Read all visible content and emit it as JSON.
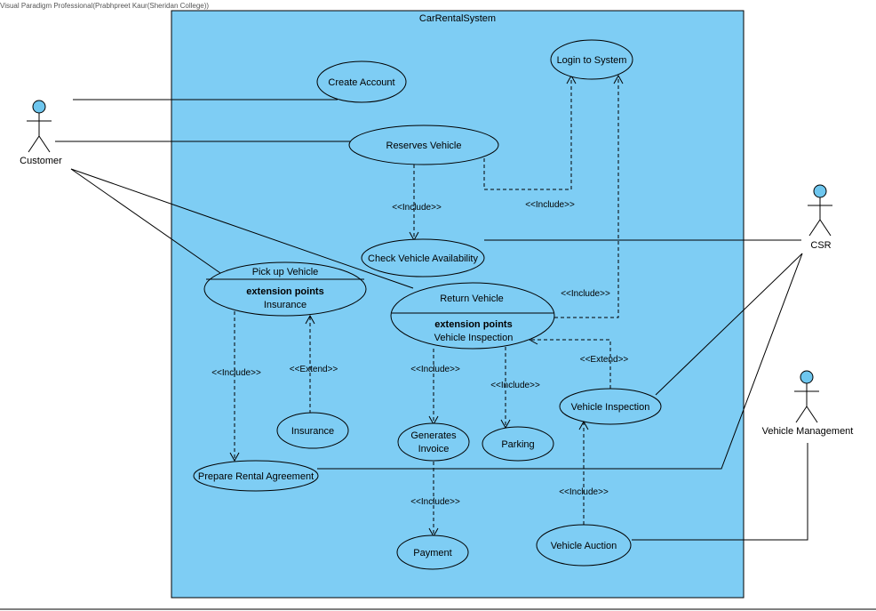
{
  "watermark": "Visual Paradigm Professional(Prabhpreet Kaur(Sheridan College))",
  "system": {
    "name": "CarRentalSystem",
    "fill": "#7ecdf4"
  },
  "actors": {
    "customer": "Customer",
    "csr": "CSR",
    "vehicle_management": "Vehicle Management",
    "head_fill": "#6ec6ee"
  },
  "use_cases": {
    "create_account": "Create Account",
    "login": "Login to System",
    "reserves_vehicle": "Reserves Vehicle",
    "check_availability": "Check Vehicle Availability",
    "pickup_vehicle": "Pick up Vehicle",
    "pickup_ext_title": "extension points",
    "pickup_ext_point": "Insurance",
    "return_vehicle": "Return Vehicle",
    "return_ext_title": "extension points",
    "return_ext_point": "Vehicle Inspection",
    "insurance": "Insurance",
    "generates_invoice_1": "Generates",
    "generates_invoice_2": "Invoice",
    "parking": "Parking",
    "vehicle_inspection": "Vehicle Inspection",
    "prepare_rental": "Prepare Rental Agreement",
    "payment": "Payment",
    "vehicle_auction": "Vehicle Auction"
  },
  "relations": {
    "inc_reserve_check": "<<Include>>",
    "inc_reserve_login": "<<Include>>",
    "inc_return_login": "<<Include>>",
    "inc_pickup_prepare": "<<Include>>",
    "ext_insurance": "<<Extend>>",
    "inc_return_invoice": "<<Include>>",
    "inc_return_parking": "<<Include>>",
    "ext_inspection": "<<Extend>>",
    "inc_invoice_payment": "<<Include>>",
    "inc_auction_inspection": "<<Include>>"
  }
}
